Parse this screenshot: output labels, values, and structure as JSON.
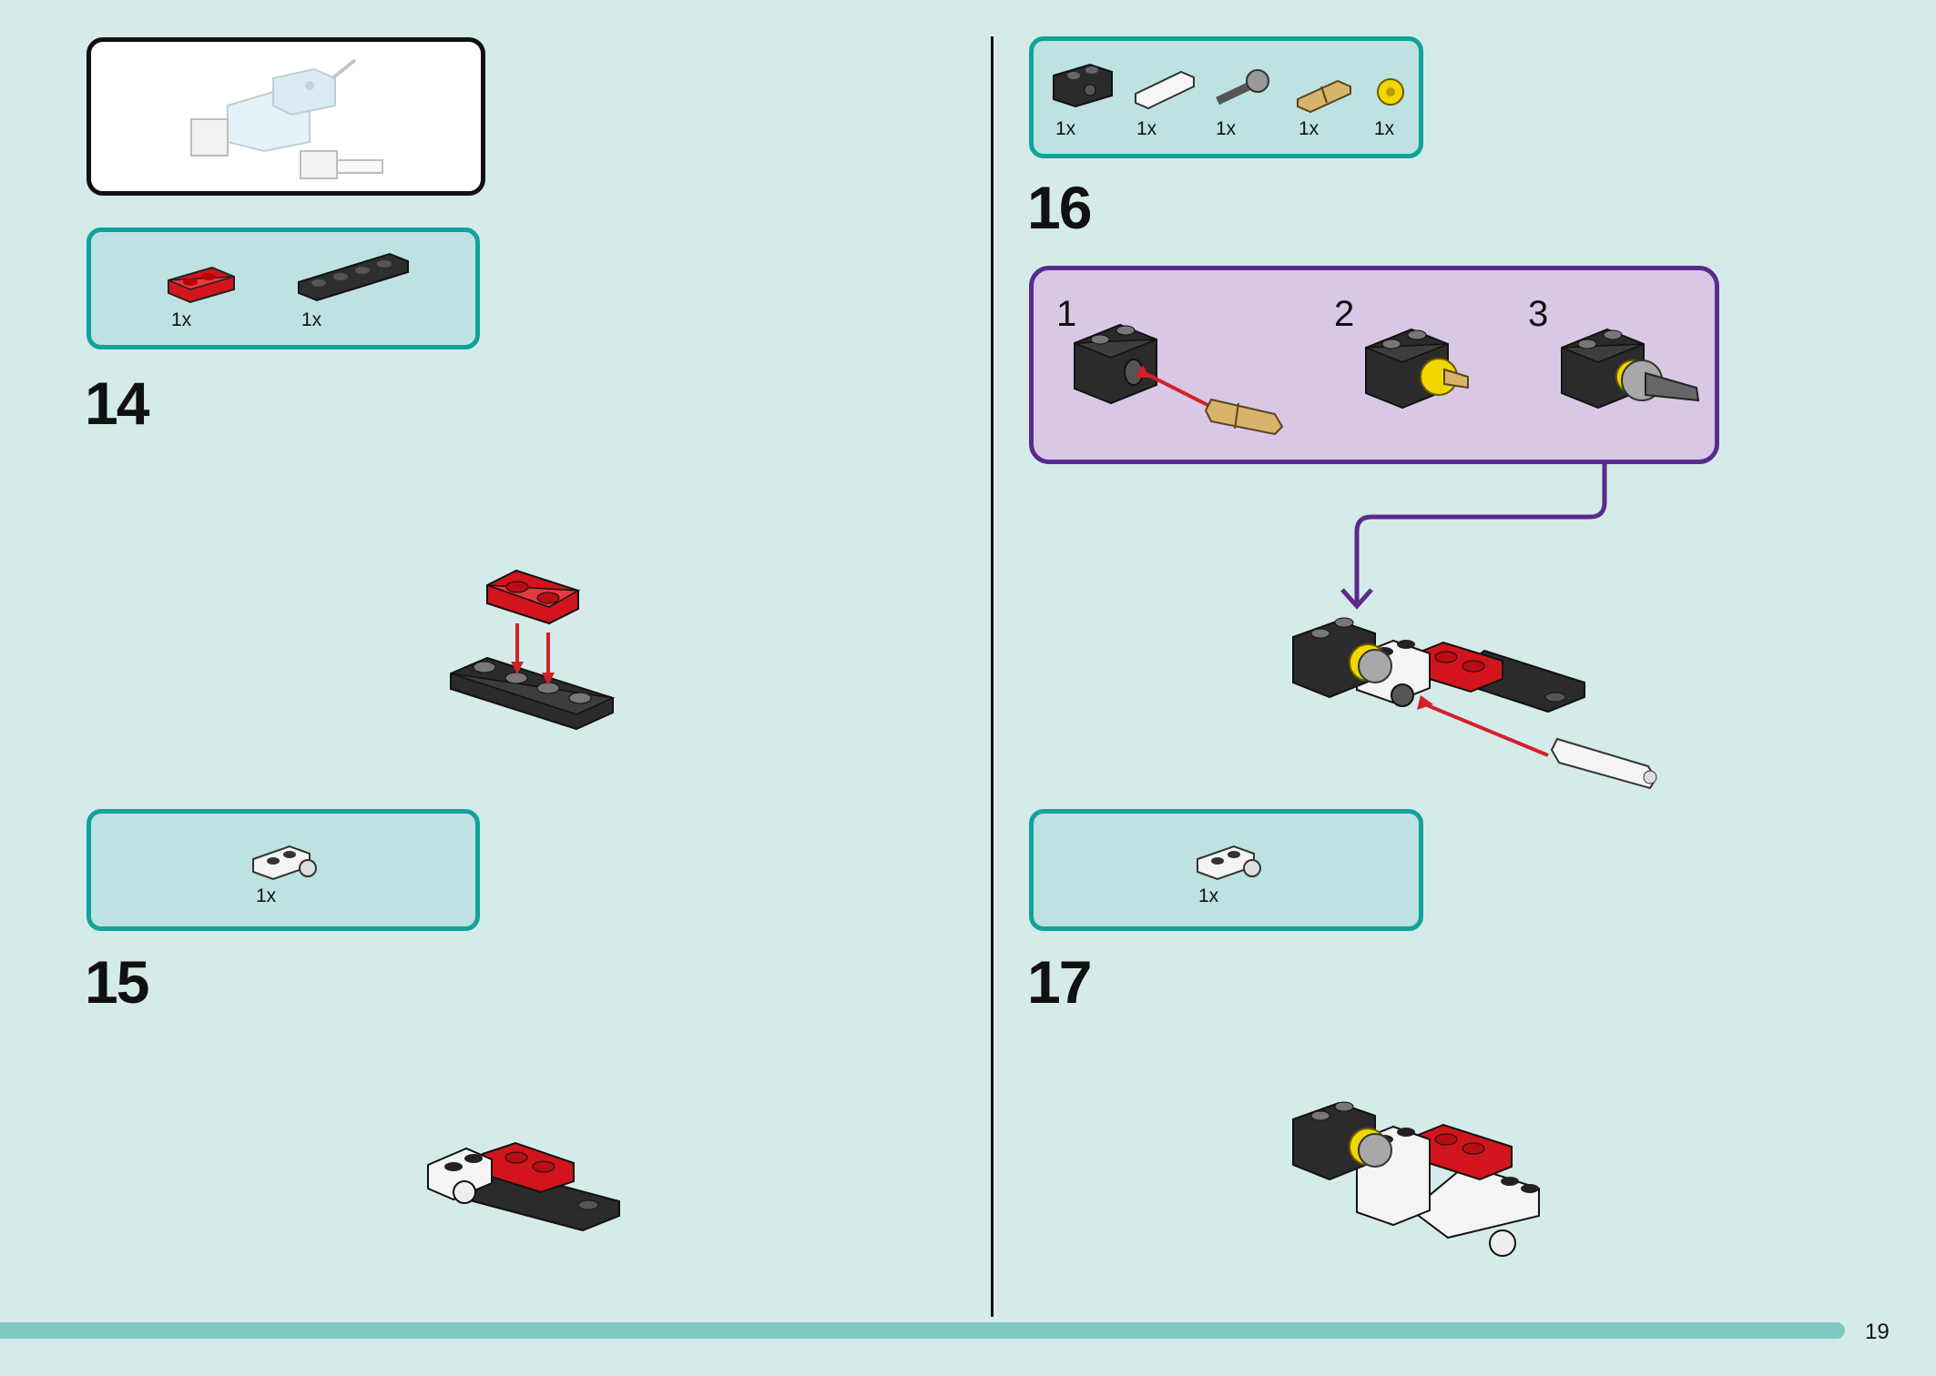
{
  "steps": {
    "s14": {
      "number": "14",
      "parts": [
        {
          "qty": "1x",
          "icon": "red-plate-1x2-icon"
        },
        {
          "qty": "1x",
          "icon": "black-plate-1x4-icon"
        }
      ]
    },
    "s15": {
      "number": "15",
      "parts": [
        {
          "qty": "1x",
          "icon": "white-plate-with-pin-hole-icon"
        }
      ]
    },
    "s16": {
      "number": "16",
      "parts": [
        {
          "qty": "1x",
          "icon": "black-technic-brick-icon"
        },
        {
          "qty": "1x",
          "icon": "white-axle-connector-icon"
        },
        {
          "qty": "1x",
          "icon": "gray-axle-with-stop-icon"
        },
        {
          "qty": "1x",
          "icon": "tan-axle-pin-icon"
        },
        {
          "qty": "1x",
          "icon": "yellow-bushing-icon"
        }
      ],
      "substeps": [
        "1",
        "2",
        "3"
      ]
    },
    "s17": {
      "number": "17",
      "parts": [
        {
          "qty": "1x",
          "icon": "white-plate-with-pin-hole-icon"
        }
      ]
    }
  },
  "page_number": "19",
  "colors": {
    "background": "#d4ebea",
    "parts_box_fill": "#bde2e1",
    "parts_box_border": "#11a39b",
    "substep_fill": "#d8c8e6",
    "substep_border": "#5a2a8c",
    "brick_red": "#d2141c",
    "brick_black": "#2a2a2a",
    "arrow_red": "#d3202a"
  }
}
